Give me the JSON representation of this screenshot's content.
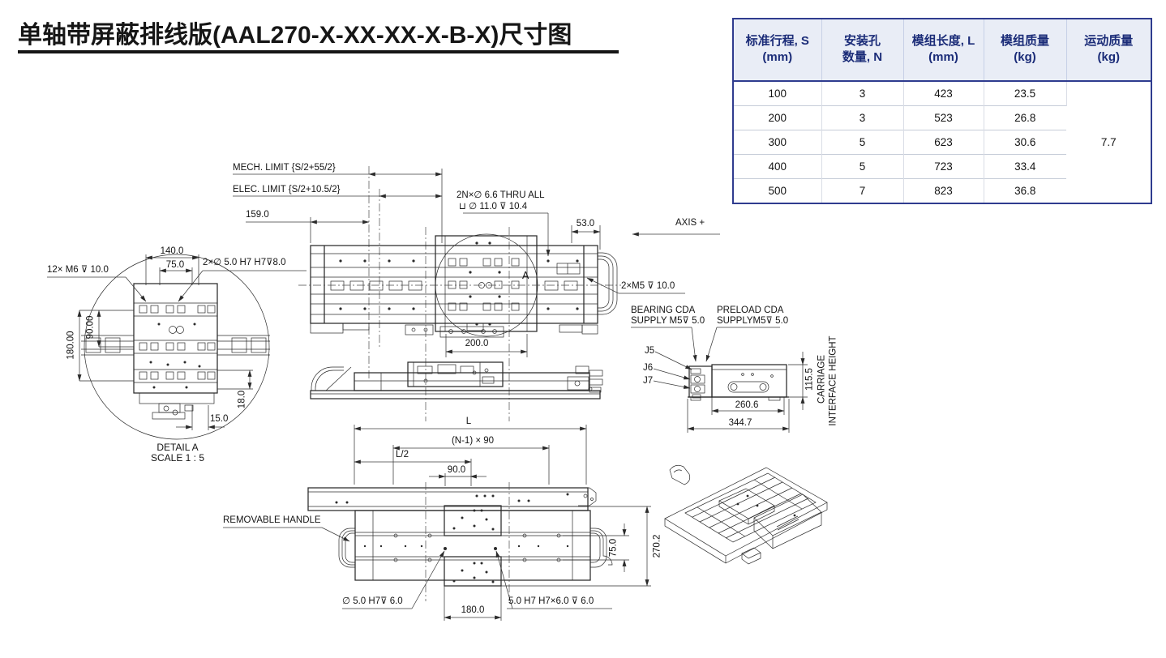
{
  "title": "单轴带屏蔽排线版(AAL270-X-XX-XX-X-B-X)尺寸图",
  "colors": {
    "table_border": "#2f3c8f",
    "table_header_bg": "#e9edf6",
    "table_header_text": "#1b2c78",
    "line_color": "#2b2b2b"
  },
  "table": {
    "headers": [
      {
        "l1": "标准行程, S",
        "l2": "(mm)"
      },
      {
        "l1": "安装孔",
        "l2": "数量, N"
      },
      {
        "l1": "模组长度, L",
        "l2": "(mm)"
      },
      {
        "l1": "模组质量",
        "l2": "(kg)"
      },
      {
        "l1": "运动质量",
        "l2": "(kg)"
      }
    ],
    "rows": [
      {
        "stroke": "100",
        "holes": "3",
        "length": "423",
        "mass": "23.5"
      },
      {
        "stroke": "200",
        "holes": "3",
        "length": "523",
        "mass": "26.8"
      },
      {
        "stroke": "300",
        "holes": "5",
        "length": "623",
        "mass": "30.6"
      },
      {
        "stroke": "400",
        "holes": "5",
        "length": "723",
        "mass": "33.4"
      },
      {
        "stroke": "500",
        "holes": "7",
        "length": "823",
        "mass": "36.8"
      }
    ],
    "moving_mass": "7.7"
  },
  "plan_view": {
    "mech_limit": "MECH. LIMIT {S/2+55/2}",
    "elec_limit": "ELEC. LIMIT {S/2+10.5/2}",
    "dim_159": "159.0",
    "thru_note_1": "2N×∅ 6.6 THRU ALL",
    "thru_note_2": "⊔ ∅ 11.0 ⊽ 10.4",
    "dim_53": "53.0",
    "axis": "AXIS +",
    "m5_note": "2×M5 ⊽ 10.0",
    "dim_200": "200.0",
    "detail_label": "A"
  },
  "detail_view": {
    "m6_note": "12× M6 ⊽ 10.0",
    "pin_note": "2×∅ 5.0 H7 H7⊽8.0",
    "dim_140": "140.0",
    "dim_75": "75.0",
    "dim_180": "180.00",
    "dim_90": "90.00",
    "dim_18": "18.0",
    "dim_15": "15.0",
    "caption_1": "DETAIL A",
    "caption_2": "SCALE 1 : 5"
  },
  "end_view": {
    "bearing_1": "BEARING CDA",
    "bearing_2": "SUPPLY M5⊽ 5.0",
    "preload_1": "PRELOAD CDA",
    "preload_2": "SUPPLYM5⊽ 5.0",
    "j5": "J5",
    "j6": "J6",
    "j7": "J7",
    "dim_115_5": "115.5",
    "carriage_1": "CARRIAGE",
    "carriage_2": "INTERFACE HEIGHT",
    "dim_260_6": "260.6",
    "dim_344_7": "344.7"
  },
  "bottom_view": {
    "dim_L": "L",
    "dim_n": "(N-1) × 90",
    "dim_l2": "L/2",
    "dim_90": "90.0",
    "handle_note": "REMOVABLE HANDLE",
    "dim_75": "75.0",
    "dim_270": "270.2",
    "hole_note_1": "∅ 5.0 H7⊽ 6.0",
    "dim_180": "180.0",
    "hole_note_2": "5.0 H7 H7×6.0 ⊽ 6.0"
  }
}
